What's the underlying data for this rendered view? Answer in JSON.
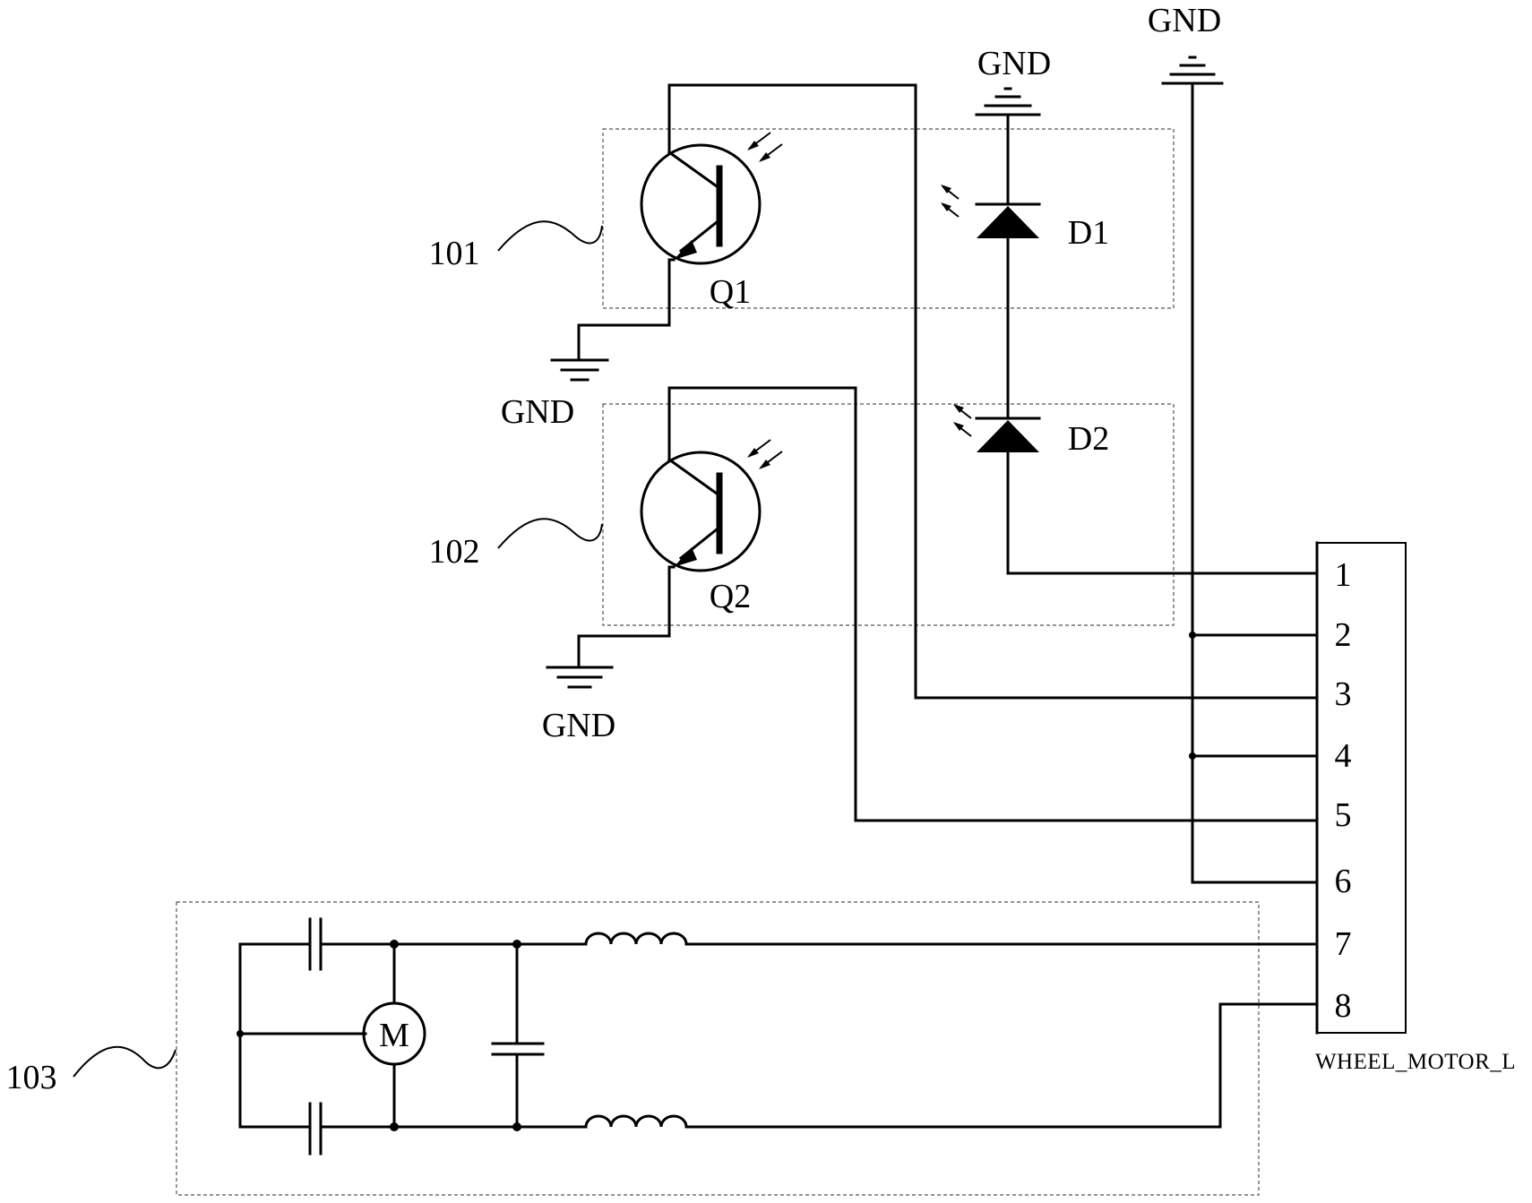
{
  "labels": {
    "gnd": "GND",
    "q1": "Q1",
    "q2": "Q2",
    "d1": "D1",
    "d2": "D2",
    "ref_101": "101",
    "ref_102": "102",
    "ref_103": "103",
    "motor": "M",
    "connector": "WHEEL_MOTOR_L"
  },
  "connector_pins": [
    "1",
    "2",
    "3",
    "4",
    "5",
    "6",
    "7",
    "8"
  ]
}
